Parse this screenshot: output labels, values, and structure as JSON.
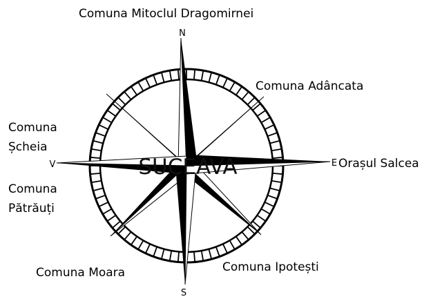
{
  "compass": {
    "center_label": "SUCEAVA",
    "cardinals": {
      "north": "N",
      "west": "V",
      "east": "E",
      "south": "S"
    }
  },
  "neighbors": {
    "north": "Comuna Mitoclul Dragomirnei",
    "northeast": "Comuna Adâncata",
    "west_upper_line1": "Comuna",
    "west_upper_line2": "Șcheia",
    "west_lower_line1": "Comuna",
    "west_lower_line2": "Pătrăuți",
    "east": "Orașul Salcea",
    "southwest": "Comuna Moara",
    "southeast": "Comuna Ipotești"
  },
  "colors": {
    "ink": "#000000",
    "background": "#ffffff"
  }
}
